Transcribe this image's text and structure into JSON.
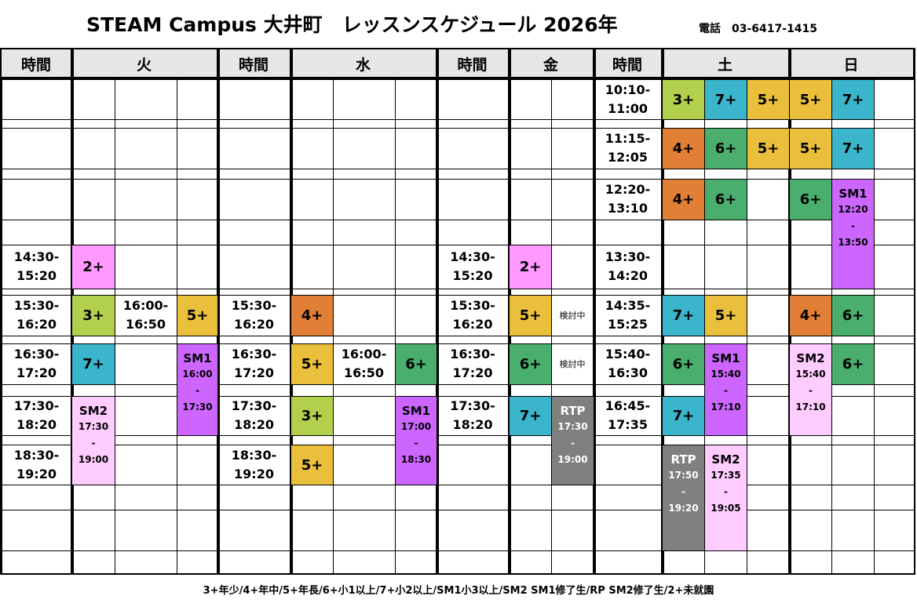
{
  "header": {
    "title": "STEAM Campus 大井町　レッスンスケジュール 2026年",
    "phone": "電話　03-6417-1415"
  },
  "columns": [
    {
      "label": "時間",
      "kind": "time"
    },
    {
      "label": "火",
      "kind": "day"
    },
    {
      "label": "時間",
      "kind": "time"
    },
    {
      "label": "水",
      "kind": "day"
    },
    {
      "label": "時間",
      "kind": "time"
    },
    {
      "label": "金",
      "kind": "day"
    },
    {
      "label": "時間",
      "kind": "time"
    },
    {
      "label": "土",
      "kind": "day"
    },
    {
      "label": "日",
      "kind": "day"
    }
  ],
  "colors": {
    "2+": "#ff99ff",
    "3+": "#b2d04b",
    "4+": "#e07f35",
    "5+": "#e9bf3c",
    "6+": "#4aae6f",
    "7+": "#3ab5cc",
    "SM1": "#cc66ff",
    "SM2": "#ffccff",
    "RTP": "#808080"
  },
  "times": [
    {
      "lane": 0,
      "row": 6,
      "lines": [
        "14:30-",
        "15:20"
      ]
    },
    {
      "lane": 0,
      "row": 8,
      "lines": [
        "15:30-",
        "16:20"
      ]
    },
    {
      "lane": 0,
      "row": 10,
      "lines": [
        "16:30-",
        "17:20"
      ]
    },
    {
      "lane": 0,
      "row": 12,
      "lines": [
        "17:30-",
        "18:20"
      ]
    },
    {
      "lane": 0,
      "row": 14,
      "lines": [
        "18:30-",
        "19:20"
      ]
    },
    {
      "lane": 2,
      "row": 8,
      "lines": [
        "16:00-",
        "16:50"
      ]
    },
    {
      "lane": 4,
      "row": 8,
      "lines": [
        "15:30-",
        "16:20"
      ]
    },
    {
      "lane": 4,
      "row": 10,
      "lines": [
        "16:30-",
        "17:20"
      ]
    },
    {
      "lane": 4,
      "row": 12,
      "lines": [
        "17:30-",
        "18:20"
      ]
    },
    {
      "lane": 4,
      "row": 14,
      "lines": [
        "18:30-",
        "19:20"
      ]
    },
    {
      "lane": 6,
      "row": 10,
      "lines": [
        "16:00-",
        "16:50"
      ]
    },
    {
      "lane": 8,
      "row": 6,
      "lines": [
        "14:30-",
        "15:20"
      ]
    },
    {
      "lane": 8,
      "row": 8,
      "lines": [
        "15:30-",
        "16:20"
      ]
    },
    {
      "lane": 8,
      "row": 10,
      "lines": [
        "16:30-",
        "17:20"
      ]
    },
    {
      "lane": 8,
      "row": 12,
      "lines": [
        "17:30-",
        "18:20"
      ]
    },
    {
      "lane": 11,
      "row": 0,
      "lines": [
        "10:10-",
        "11:00"
      ]
    },
    {
      "lane": 11,
      "row": 2,
      "lines": [
        "11:15-",
        "12:05"
      ]
    },
    {
      "lane": 11,
      "row": 4,
      "lines": [
        "12:20-",
        "13:10"
      ]
    },
    {
      "lane": 11,
      "row": 6,
      "lines": [
        "13:30-",
        "14:20"
      ]
    },
    {
      "lane": 11,
      "row": 8,
      "lines": [
        "14:35-",
        "15:25"
      ]
    },
    {
      "lane": 11,
      "row": 10,
      "lines": [
        "15:40-",
        "16:30"
      ]
    },
    {
      "lane": 11,
      "row": 12,
      "lines": [
        "16:45-",
        "17:35"
      ]
    }
  ],
  "notes": [
    {
      "lane": 10,
      "row": 8,
      "text": "検討中"
    },
    {
      "lane": 10,
      "row": 10,
      "text": "検討中"
    }
  ],
  "lessons": [
    {
      "lane": 1,
      "rows": [
        6,
        6
      ],
      "label": "2+"
    },
    {
      "lane": 1,
      "rows": [
        8,
        8
      ],
      "label": "3+"
    },
    {
      "lane": 3,
      "rows": [
        8,
        8
      ],
      "label": "5+"
    },
    {
      "lane": 1,
      "rows": [
        10,
        10
      ],
      "label": "7+"
    },
    {
      "lane": 3,
      "rows": [
        10,
        12
      ],
      "label": "SM1",
      "sub": [
        "16:00",
        "-",
        "17:30"
      ]
    },
    {
      "lane": 1,
      "rows": [
        12,
        14
      ],
      "label": "SM2",
      "sub": [
        "17:30",
        "-",
        "19:00"
      ]
    },
    {
      "lane": 5,
      "rows": [
        8,
        8
      ],
      "label": "4+"
    },
    {
      "lane": 5,
      "rows": [
        10,
        10
      ],
      "label": "5+"
    },
    {
      "lane": 7,
      "rows": [
        10,
        10
      ],
      "label": "6+"
    },
    {
      "lane": 5,
      "rows": [
        12,
        12
      ],
      "label": "3+"
    },
    {
      "lane": 7,
      "rows": [
        12,
        14
      ],
      "label": "SM1",
      "sub": [
        "17:00",
        "-",
        "18:30"
      ]
    },
    {
      "lane": 5,
      "rows": [
        14,
        14
      ],
      "label": "5+"
    },
    {
      "lane": 9,
      "rows": [
        6,
        6
      ],
      "label": "2+"
    },
    {
      "lane": 9,
      "rows": [
        8,
        8
      ],
      "label": "5+"
    },
    {
      "lane": 9,
      "rows": [
        10,
        10
      ],
      "label": "6+"
    },
    {
      "lane": 9,
      "rows": [
        12,
        12
      ],
      "label": "7+"
    },
    {
      "lane": 10,
      "rows": [
        12,
        14
      ],
      "label": "RTP",
      "sub": [
        "17:30",
        "-",
        "19:00"
      ]
    },
    {
      "lane": 12,
      "rows": [
        0,
        0
      ],
      "label": "3+"
    },
    {
      "lane": 13,
      "rows": [
        0,
        0
      ],
      "label": "7+"
    },
    {
      "lane": 14,
      "rows": [
        0,
        0
      ],
      "label": "5+"
    },
    {
      "lane": 12,
      "rows": [
        2,
        2
      ],
      "label": "4+"
    },
    {
      "lane": 13,
      "rows": [
        2,
        2
      ],
      "label": "6+"
    },
    {
      "lane": 14,
      "rows": [
        2,
        2
      ],
      "label": "5+"
    },
    {
      "lane": 12,
      "rows": [
        4,
        4
      ],
      "label": "4+"
    },
    {
      "lane": 13,
      "rows": [
        4,
        4
      ],
      "label": "6+"
    },
    {
      "lane": 12,
      "rows": [
        8,
        8
      ],
      "label": "7+"
    },
    {
      "lane": 13,
      "rows": [
        8,
        8
      ],
      "label": "5+"
    },
    {
      "lane": 12,
      "rows": [
        10,
        10
      ],
      "label": "6+"
    },
    {
      "lane": 13,
      "rows": [
        10,
        12
      ],
      "label": "SM1",
      "sub": [
        "15:40",
        "-",
        "17:10"
      ]
    },
    {
      "lane": 12,
      "rows": [
        12,
        12
      ],
      "label": "7+"
    },
    {
      "lane": 12,
      "rows": [
        14,
        16
      ],
      "label": "RTP",
      "sub": [
        "17:50",
        "-",
        "19:20"
      ]
    },
    {
      "lane": 13,
      "rows": [
        14,
        16
      ],
      "label": "SM2",
      "sub": [
        "17:35",
        "-",
        "19:05"
      ]
    },
    {
      "lane": 15,
      "rows": [
        0,
        0
      ],
      "label": "5+"
    },
    {
      "lane": 16,
      "rows": [
        0,
        0
      ],
      "label": "7+"
    },
    {
      "lane": 15,
      "rows": [
        2,
        2
      ],
      "label": "5+"
    },
    {
      "lane": 16,
      "rows": [
        2,
        2
      ],
      "label": "7+"
    },
    {
      "lane": 15,
      "rows": [
        4,
        4
      ],
      "label": "6+"
    },
    {
      "lane": 16,
      "rows": [
        4,
        6
      ],
      "label": "SM1",
      "sub": [
        "12:20",
        "-",
        "13:50"
      ]
    },
    {
      "lane": 15,
      "rows": [
        8,
        8
      ],
      "label": "4+"
    },
    {
      "lane": 16,
      "rows": [
        8,
        8
      ],
      "label": "6+"
    },
    {
      "lane": 15,
      "rows": [
        10,
        12
      ],
      "label": "SM2",
      "sub": [
        "15:40",
        "-",
        "17:10"
      ]
    },
    {
      "lane": 16,
      "rows": [
        10,
        10
      ],
      "label": "6+"
    }
  ],
  "footer": {
    "legend": "3+年少/4+年中/5+年長/6+小1以上/7+小2以上/SM1小3以上/SM2 SM1修了生/RP SM2修了生/2+未就園"
  }
}
